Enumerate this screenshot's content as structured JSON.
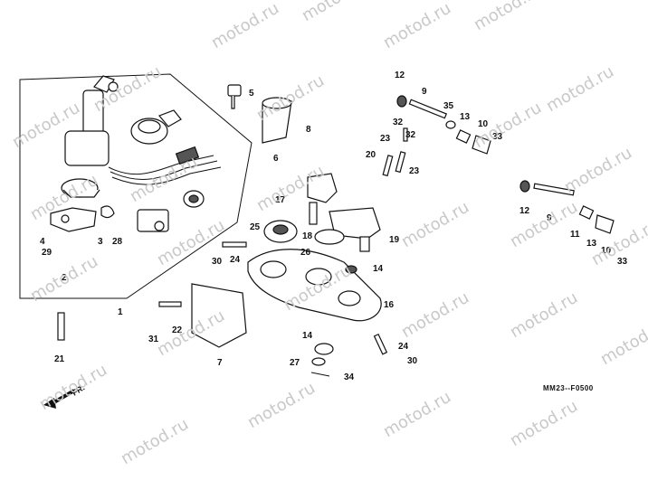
{
  "watermark": "motod.ru",
  "diagram_code": "MM23--F0500",
  "direction_label": "FR.",
  "callouts": [
    "1",
    "2",
    "3",
    "4",
    "5",
    "6",
    "7",
    "8",
    "9",
    "10",
    "11",
    "12",
    "13",
    "14",
    "16",
    "17",
    "18",
    "19",
    "20",
    "21",
    "22",
    "23",
    "24",
    "25",
    "26",
    "27",
    "28",
    "29",
    "30",
    "31",
    "32",
    "33",
    "34",
    "35"
  ]
}
